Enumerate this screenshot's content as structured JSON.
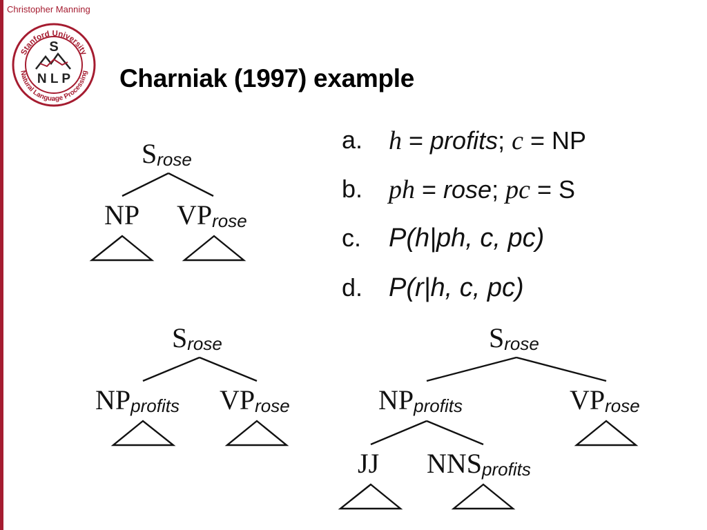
{
  "header": {
    "author": "Christopher Manning",
    "title": "Charniak (1997) example"
  },
  "logo": {
    "arc_top": "Stanford University",
    "arc_bottom": "Natural Language Processing",
    "letter_s": "S",
    "letters_nlp": "N L P",
    "brand_color": "#a51c30"
  },
  "list": {
    "a": {
      "letter": "a.",
      "h_var": "h",
      "eq1": " = ",
      "h_val": "profits",
      "sep": "; ",
      "c_var": "c",
      "eq2": " = ",
      "c_val": "NP"
    },
    "b": {
      "letter": "b.",
      "ph_var": "ph",
      "eq1": " = ",
      "ph_val": "rose",
      "sep": "; ",
      "pc_var": "pc",
      "eq2": " = ",
      "pc_val": "S"
    },
    "c": {
      "letter": "c.",
      "formula": "P(h|ph, c, pc)"
    },
    "d": {
      "letter": "d.",
      "formula": "P(r|h, c, pc)"
    }
  },
  "tree1": {
    "root": {
      "cat": "S",
      "head": "rose"
    },
    "left": {
      "cat": "NP",
      "head": ""
    },
    "right": {
      "cat": "VP",
      "head": "rose"
    }
  },
  "tree2": {
    "root": {
      "cat": "S",
      "head": "rose"
    },
    "left": {
      "cat": "NP",
      "head": "profits"
    },
    "right": {
      "cat": "VP",
      "head": "rose"
    }
  },
  "tree3": {
    "root": {
      "cat": "S",
      "head": "rose"
    },
    "np": {
      "cat": "NP",
      "head": "profits"
    },
    "vp": {
      "cat": "VP",
      "head": "rose"
    },
    "jj": {
      "cat": "JJ",
      "head": ""
    },
    "nns": {
      "cat": "NNS",
      "head": "profits"
    }
  }
}
